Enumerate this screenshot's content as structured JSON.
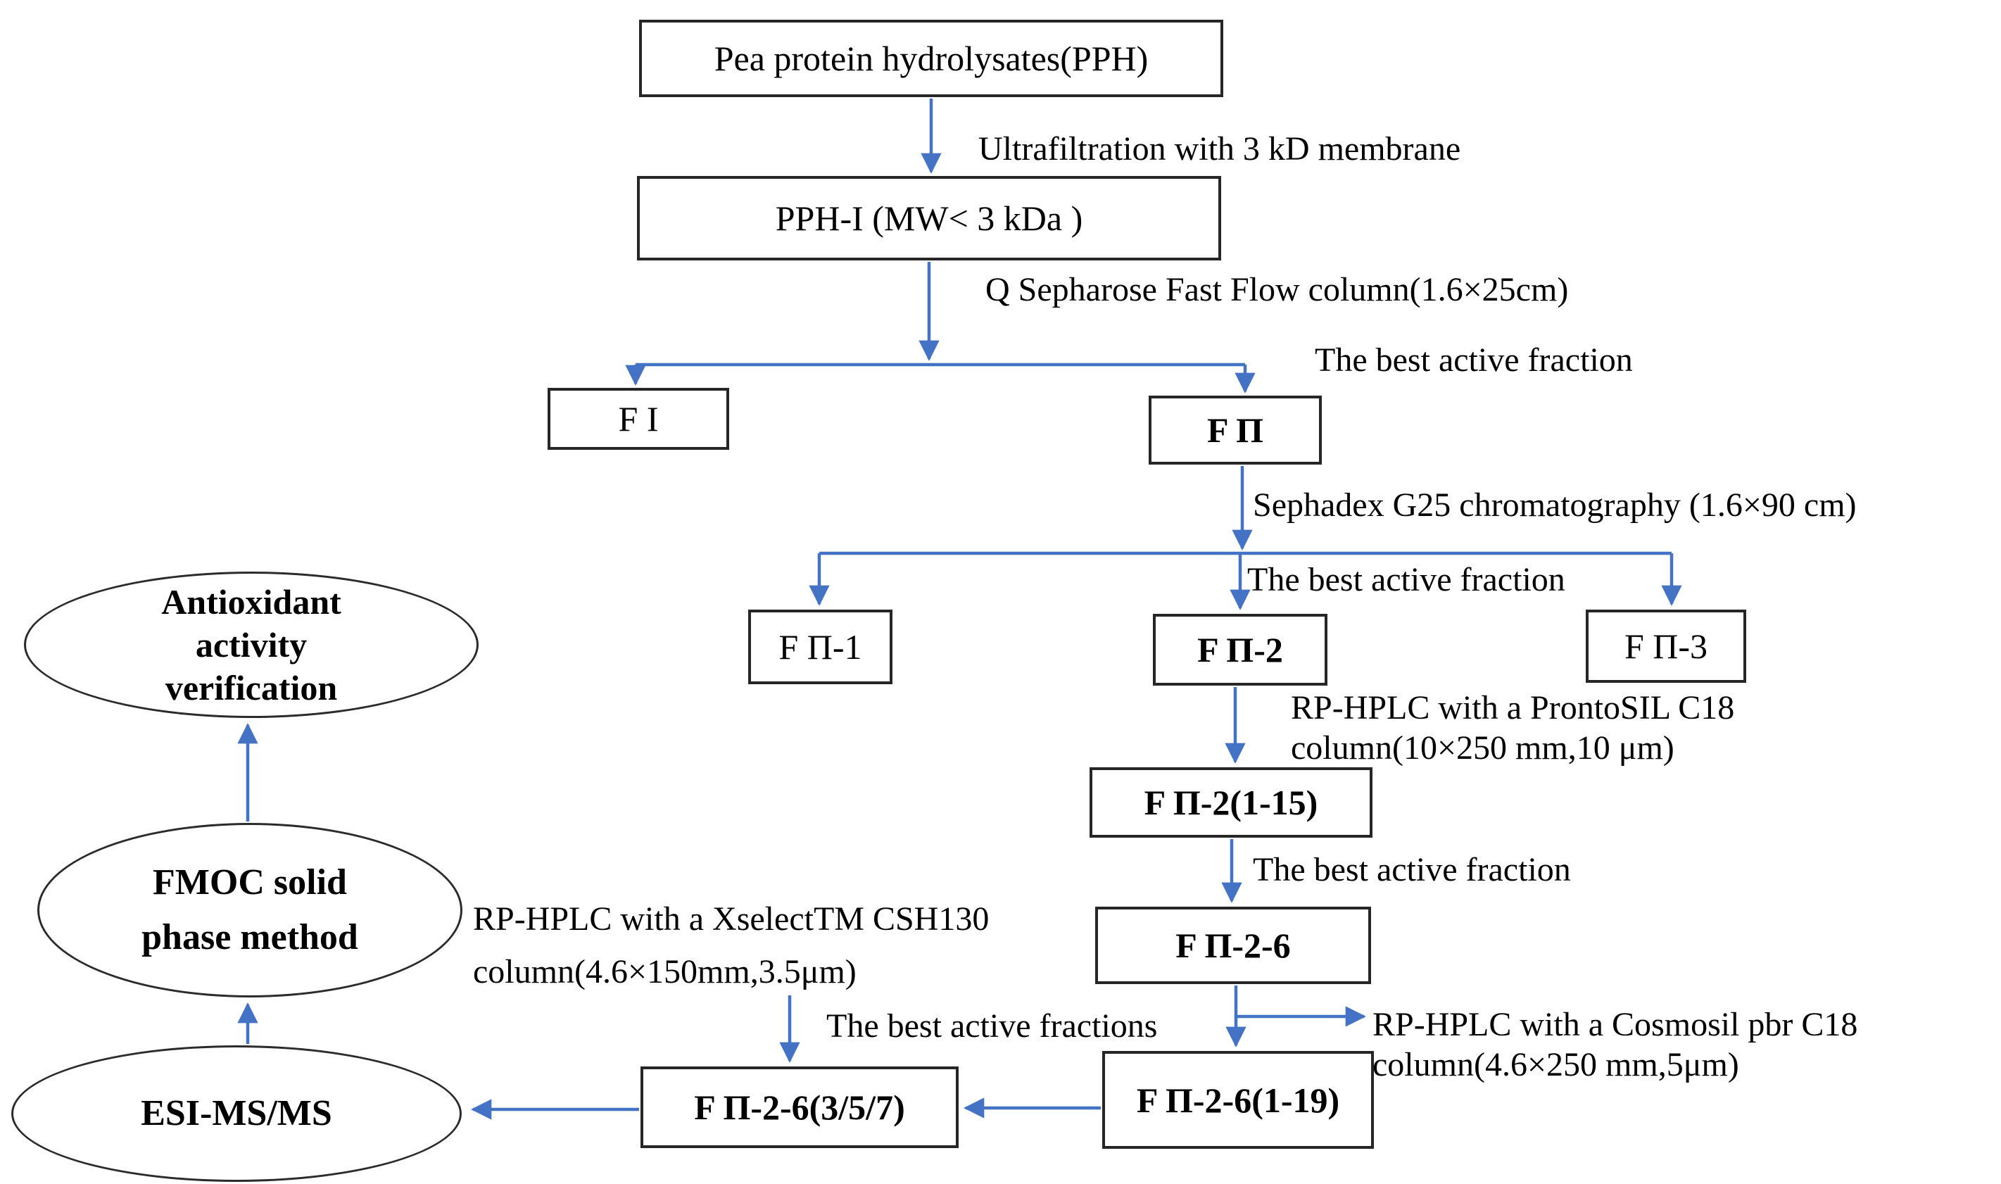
{
  "figure": "Pea protein hydrolysate peptide purification flowchart",
  "colors": {
    "arrow": "#4472C4",
    "box_border": "#262626",
    "text": "#000000",
    "background": "#ffffff"
  },
  "nodes": {
    "pph": {
      "label": "Pea protein hydrolysates(PPH)"
    },
    "pph1": {
      "label": "PPH-I (MW< 3 kDa )"
    },
    "f1": {
      "label": "F I"
    },
    "f2": {
      "label": "F Π"
    },
    "f2_1": {
      "label": "F Π-1"
    },
    "f2_2": {
      "label": "F Π-2"
    },
    "f2_3": {
      "label": "F Π-3"
    },
    "f2_2_115": {
      "label": "F Π-2(1-15)"
    },
    "f2_2_6": {
      "label": "F Π-2-6"
    },
    "f2_2_6_357": {
      "label": "F Π-2-6(3/5/7)"
    },
    "f2_2_6_119": {
      "label": "F Π-2-6(1-19)"
    }
  },
  "ellipses": {
    "antioxidant": {
      "lines": [
        "Antioxidant",
        "activity",
        "verification"
      ]
    },
    "fmoc": {
      "lines": [
        "FMOC solid",
        "phase method"
      ]
    },
    "esi": {
      "lines": [
        "ESI-MS/MS"
      ]
    }
  },
  "labels": {
    "ultrafiltration": "Ultrafiltration with 3 kD membrane",
    "q_sepharose": "Q Sepharose Fast Flow column(1.6×25cm)",
    "best_fraction_1": "The best active fraction",
    "sephadex": "Sephadex G25 chromatography (1.6×90 cm)",
    "best_fraction_2": "The best active fraction",
    "prontosil_line1": "RP-HPLC with a ProntoSIL C18",
    "prontosil_line2": "column(10×250 mm,10 μm)",
    "best_fraction_3": "The best active fraction",
    "xselect_line1": "RP-HPLC with a XselectTM CSH130",
    "xselect_line2": "column(4.6×150mm,3.5μm)",
    "best_fractions_4": "The best active fractions",
    "cosmosil_line1": "RP-HPLC with a Cosmosil pbr C18",
    "cosmosil_line2": "column(4.6×250 mm,5μm)"
  }
}
